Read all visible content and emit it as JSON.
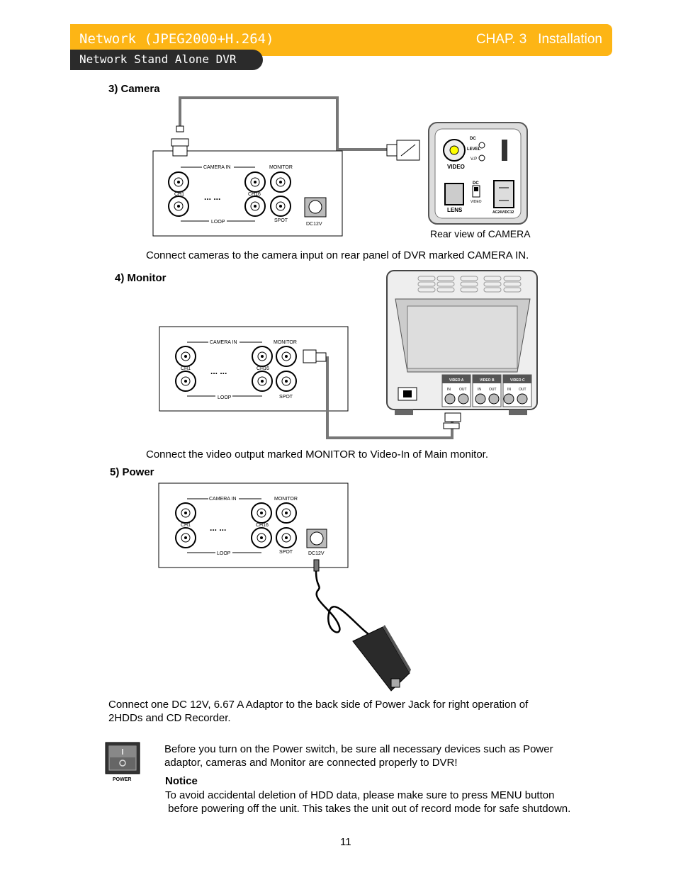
{
  "header": {
    "title": "Network (JPEG2000+H.264)",
    "chapter": "CHAP. 3   Installation",
    "subtitle": "Network Stand Alone DVR"
  },
  "panel_labels": {
    "camera_in": "CAMERA IN",
    "monitor": "MONITOR",
    "ch1": "CH1",
    "ch16": "CH16",
    "loop": "LOOP",
    "spot": "SPOT",
    "dc12v": "DC12V",
    "dots": "... ..."
  },
  "camera_section": {
    "heading": "3) Camera",
    "camera_labels": {
      "dc": "DC",
      "level": "LEVEL",
      "vp": "V.P",
      "video": "VIDEO",
      "lens": "LENS",
      "dc2": "DC",
      "video2": "VIDEO",
      "power": "AC24V/DC12"
    },
    "caption": "Rear view of CAMERA",
    "instruction": "Connect cameras to the camera input on rear panel of DVR marked CAMERA IN."
  },
  "monitor_section": {
    "heading": "4) Monitor",
    "video_labels": [
      "VIDEO A",
      "VIDEO B",
      "VIDEO C"
    ],
    "io_in": "IN",
    "io_out": "OUT",
    "instruction": "Connect the video output marked MONITOR to Video-In of Main monitor."
  },
  "power_section": {
    "heading": "5) Power",
    "instruction_line1": "Connect one DC 12V, 6.67 A Adaptor to the back side of Power Jack for right operation of",
    "instruction_line2": "2HDDs and CD Recorder.",
    "switch_label": "POWER",
    "warning_line1": "Before you turn on the Power switch, be sure all necessary devices such as Power",
    "warning_line2": "adaptor, cameras and Monitor are connected properly to DVR!",
    "notice_heading": "Notice",
    "notice_line1": "To avoid accidental deletion of HDD data, please make sure to press MENU button",
    "notice_line2": " before powering off the unit. This takes the unit out of record mode for safe shutdown."
  },
  "footer": {
    "page_number": "11"
  },
  "colors": {
    "accent": "#fdb515",
    "dark": "#2b2b2b"
  }
}
